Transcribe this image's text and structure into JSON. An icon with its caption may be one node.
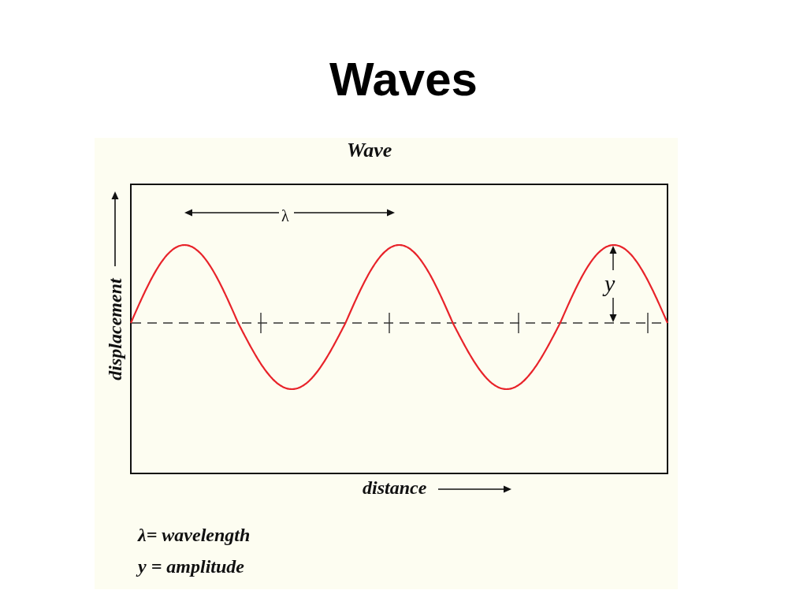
{
  "diagram": {
    "title": "Waves",
    "labels": [
      "Wave",
      "λ",
      "y",
      "displacement",
      "distance",
      "λ= wavelength",
      "y = amplitude"
    ]
  }
}
